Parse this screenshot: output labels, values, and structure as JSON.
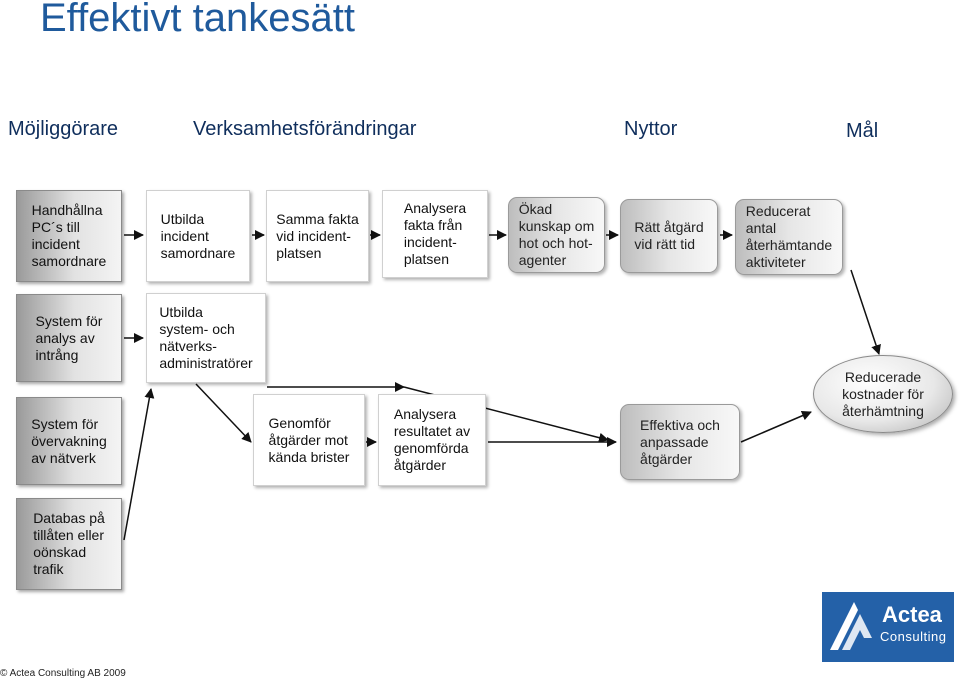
{
  "title": "Effektivt tankesätt",
  "headers": {
    "enablers": "Möjliggörare",
    "changes": "Verksamhetsförändringar",
    "benefits": "Nyttor",
    "goal": "Mål"
  },
  "nodes": {
    "handhallna": "Handhållna\nPC´s till\nincident\nsamordnare",
    "utbilda_incident": "Utbilda\nincident\nsamordnare",
    "samma_fakta": "Samma fakta\nvid incident-\nplatsen",
    "analysera_fakta": "Analysera\nfakta från\nincident-\nplatsen",
    "okad_kunskap": "Ökad\nkunskap om\nhot och hot-\nagenter",
    "ratt_atgard": "Rätt åtgärd\nvid rätt  tid",
    "reducerat_antal": "Reducerat\nantal\nåterhämtande\naktiviteter",
    "system_analys": "System för\nanalys av\nintrång",
    "utbilda_system": "Utbilda\nsystem- och\nnätverks-\nadministratörer",
    "system_overvakning": "System för\növervakning\nav nätverk",
    "genomfor": "Genomför\nåtgärder mot\nkända brister",
    "analysera_resultat": "Analysera\nresultatet av\ngenomförda\nåtgärder",
    "effektiva": "Effektiva och\nanpassade\nåtgärder",
    "reducerade_kostnader": "Reducerade\nkostnader för\nåterhämtning",
    "databas": "Databas på\ntillåten eller\noönskad\ntrafik"
  },
  "footer": "© Actea Consulting AB 2009",
  "logo": {
    "name": "Actea",
    "sub": "Consulting"
  },
  "colors": {
    "title": "#1f5a9c",
    "headers": "#0f2e5c",
    "logo_bg": "#2461a8"
  }
}
